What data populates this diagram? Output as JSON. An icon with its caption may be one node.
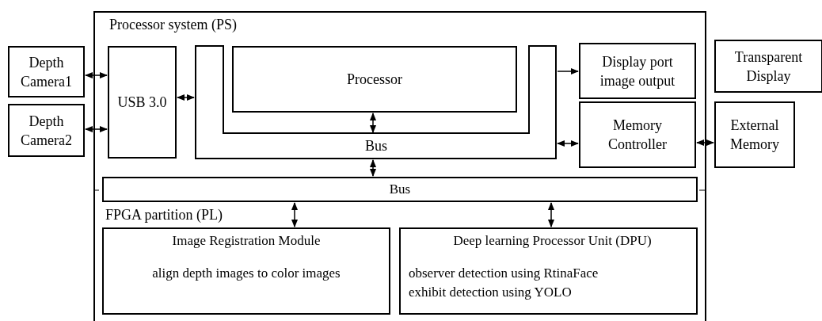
{
  "diagram": {
    "nodes": [
      {
        "text": [
          "Processor system (PS)",
          "FPGA partition (PL)"
        ]
      },
      {
        "text": [
          "Depth Camera1"
        ]
      },
      {
        "text": [
          "Depth Camera2"
        ]
      },
      {
        "text": [
          "USB 3.0"
        ],
        "in": 0
      },
      {
        "text": [
          "Bus"
        ],
        "in": 0
      },
      {
        "text": [
          "Processor"
        ],
        "in": 0
      },
      {
        "text": [
          "Display port image output"
        ],
        "in": 0
      },
      {
        "text": [
          "Memory Controller"
        ],
        "in": 0
      },
      {
        "text": [
          "Transparent Display"
        ]
      },
      {
        "text": [
          "External Memory"
        ]
      },
      {
        "text": [
          "Bus"
        ],
        "in": 0
      },
      {
        "text": [
          "Image Registration Module",
          "align depth images to color images"
        ],
        "in": 0
      },
      {
        "text": [
          "Deep learning Processor Unit (DPU)",
          "observer detection using RtinaFace exhibit detection using YOLO"
        ],
        "in": 0
      }
    ],
    "edges": [
      {
        "from": 1,
        "to": 3,
        "arrow": "both"
      },
      {
        "from": 2,
        "to": 3,
        "arrow": "both"
      },
      {
        "from": 3,
        "to": 4,
        "arrow": "both"
      },
      {
        "from": 5,
        "to": 4,
        "arrow": "both"
      },
      {
        "from": 4,
        "to": 6,
        "arrow": "to"
      },
      {
        "from": 4,
        "to": 7,
        "arrow": "both"
      },
      {
        "from": 7,
        "to": 9,
        "arrow": "both"
      },
      {
        "from": 4,
        "to": 10,
        "arrow": "both"
      },
      {
        "from": 10,
        "to": 11,
        "arrow": "both"
      },
      {
        "from": 10,
        "to": 12,
        "arrow": "both"
      }
    ]
  }
}
